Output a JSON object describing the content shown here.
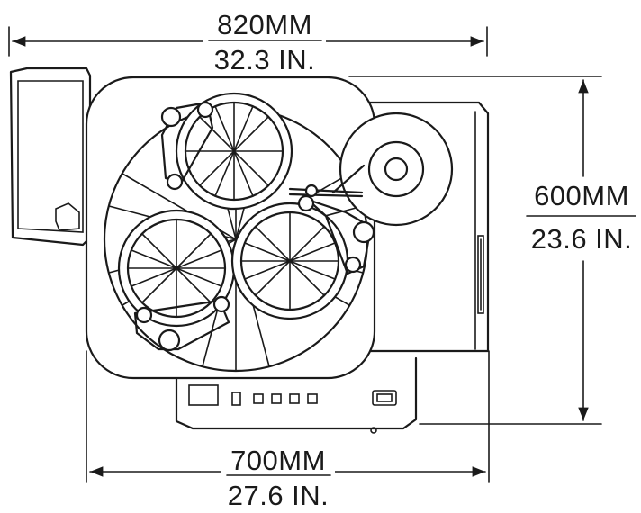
{
  "dimensions": {
    "top_width": {
      "metric": "820MM",
      "imperial": "32.3 IN."
    },
    "right_height": {
      "metric": "600MM",
      "imperial": "23.6 IN."
    },
    "bottom_width": {
      "metric": "700MM",
      "imperial": "27.6 IN."
    }
  },
  "colors": {
    "line": "#1a1a1a",
    "background": "#ffffff"
  }
}
